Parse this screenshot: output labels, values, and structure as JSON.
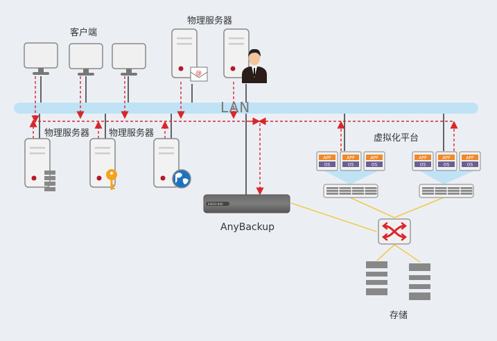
{
  "labels": {
    "clients": "客户端",
    "physical_servers_top": "物理服务器",
    "physical_servers_left_1": "物理服务器",
    "physical_servers_left_2": "物理服务器",
    "lan": "LAN",
    "virtualization_platform": "虚拟化平台",
    "backup_appliance": "AnyBackup",
    "storage": "存储",
    "appliance_badge": "KISOO 800"
  },
  "vm": {
    "app": "APP",
    "os": "OS"
  },
  "colors": {
    "background": "#ebeff4",
    "lan_bar": "#bfe3f5",
    "data_flow": "#d9252b",
    "connection": "#333333",
    "storage_link": "#f2c94c",
    "app_tag": "#ee8a2a",
    "os_tag": "#6b5f93",
    "server_dot": "#b5192a"
  },
  "nodes": {
    "clients": [
      "client-1",
      "client-2",
      "client-3"
    ],
    "top_servers": [
      {
        "id": "mail-server",
        "badge": "mail-icon"
      },
      {
        "id": "user-server",
        "badge": "user-icon"
      }
    ],
    "bottom_servers": [
      {
        "id": "db-server",
        "badge": "database-icon"
      },
      {
        "id": "key-server",
        "badge": "key-icon"
      },
      {
        "id": "web-server",
        "badge": "globe-icon"
      }
    ],
    "virtualization_hosts": 2,
    "vms_per_host": 3,
    "storage_arrays": 2
  }
}
